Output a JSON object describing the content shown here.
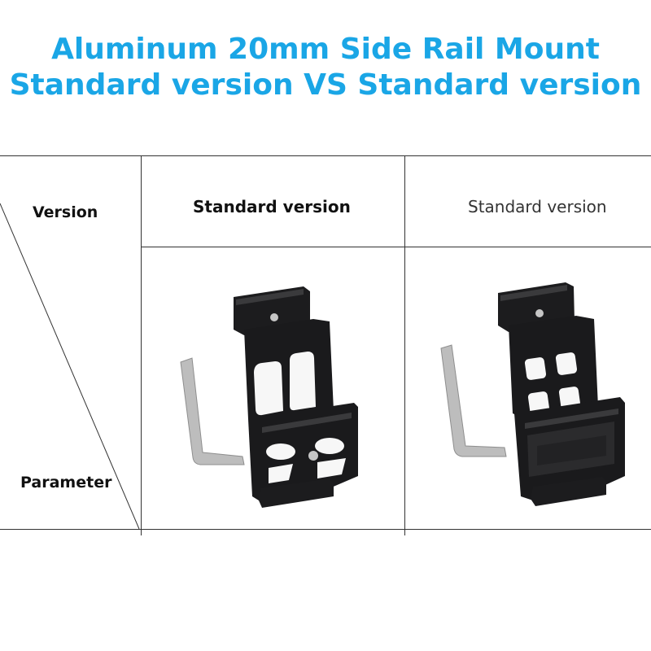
{
  "header": {
    "title_line1": "Aluminum 20mm Side Rail Mount",
    "title_line2": "Standard version VS Standard version"
  },
  "table": {
    "row_header_version": "Version",
    "row_header_parameter": "Parameter",
    "col2_header": "Standard version",
    "col3_header": "Standard version"
  },
  "colors": {
    "title": "#1aa6e6",
    "mount": "#1c1c1e",
    "wrench": "#b9b9b9"
  }
}
